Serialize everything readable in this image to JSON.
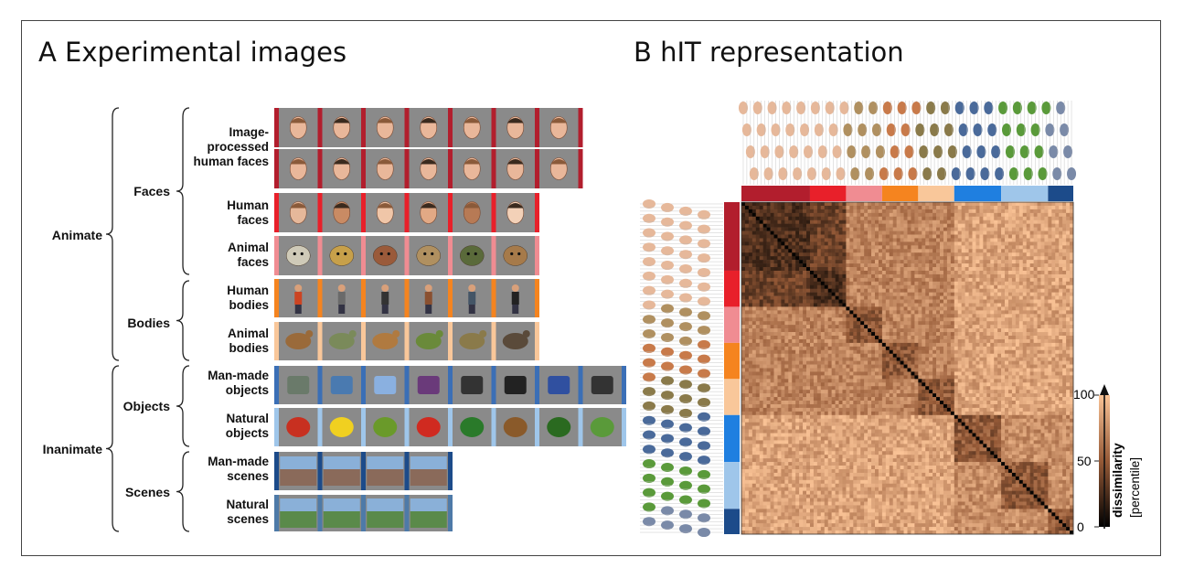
{
  "panels": {
    "a": {
      "title": "A Experimental images"
    },
    "b": {
      "title": "B hIT representation"
    }
  },
  "categories": {
    "animate": "Animate",
    "inanimate": "Inanimate",
    "faces": "Faces",
    "bodies": "Bodies",
    "objects": "Objects",
    "scenes": "Scenes"
  },
  "rows": [
    {
      "label": "Image-\nprocessed\nhuman faces",
      "count": 7,
      "color": "#b21e2d",
      "kind": "face-gray"
    },
    {
      "label": "Human\nfaces",
      "count": 6,
      "color": "#e8202a",
      "kind": "face"
    },
    {
      "label": "Animal\nfaces",
      "count": 6,
      "color": "#f08c92",
      "kind": "animal"
    },
    {
      "label": "Human\nbodies",
      "count": 6,
      "color": "#f5841f",
      "kind": "body"
    },
    {
      "label": "Animal\nbodies",
      "count": 6,
      "color": "#f9c79a",
      "kind": "animal-body"
    },
    {
      "label": "Man-made\nobjects",
      "count": 8,
      "color": "#3b6fb6",
      "kind": "object"
    },
    {
      "label": "Natural\nobjects",
      "count": 8,
      "color": "#9fc6ea",
      "kind": "natural"
    },
    {
      "label": "Man-made\nscenes",
      "count": 4,
      "color": "#1c4b8a",
      "kind": "scene"
    },
    {
      "label": "Natural\nscenes",
      "count": 4,
      "color": "#4e7aa8",
      "kind": "scene-nat"
    }
  ],
  "colorbar": {
    "label": "dissimilarity",
    "unit": "[percentile]",
    "ticks": [
      "0",
      "50",
      "100"
    ]
  },
  "category_colors": [
    "#b21e2d",
    "#e8202a",
    "#f08c92",
    "#f5841f",
    "#f9c79a",
    "#1f7fe0",
    "#9fc6ea",
    "#1c4b8a",
    "#4e7aa8"
  ],
  "category_sizes": [
    12,
    6,
    6,
    6,
    6,
    8,
    8,
    4,
    4
  ]
}
